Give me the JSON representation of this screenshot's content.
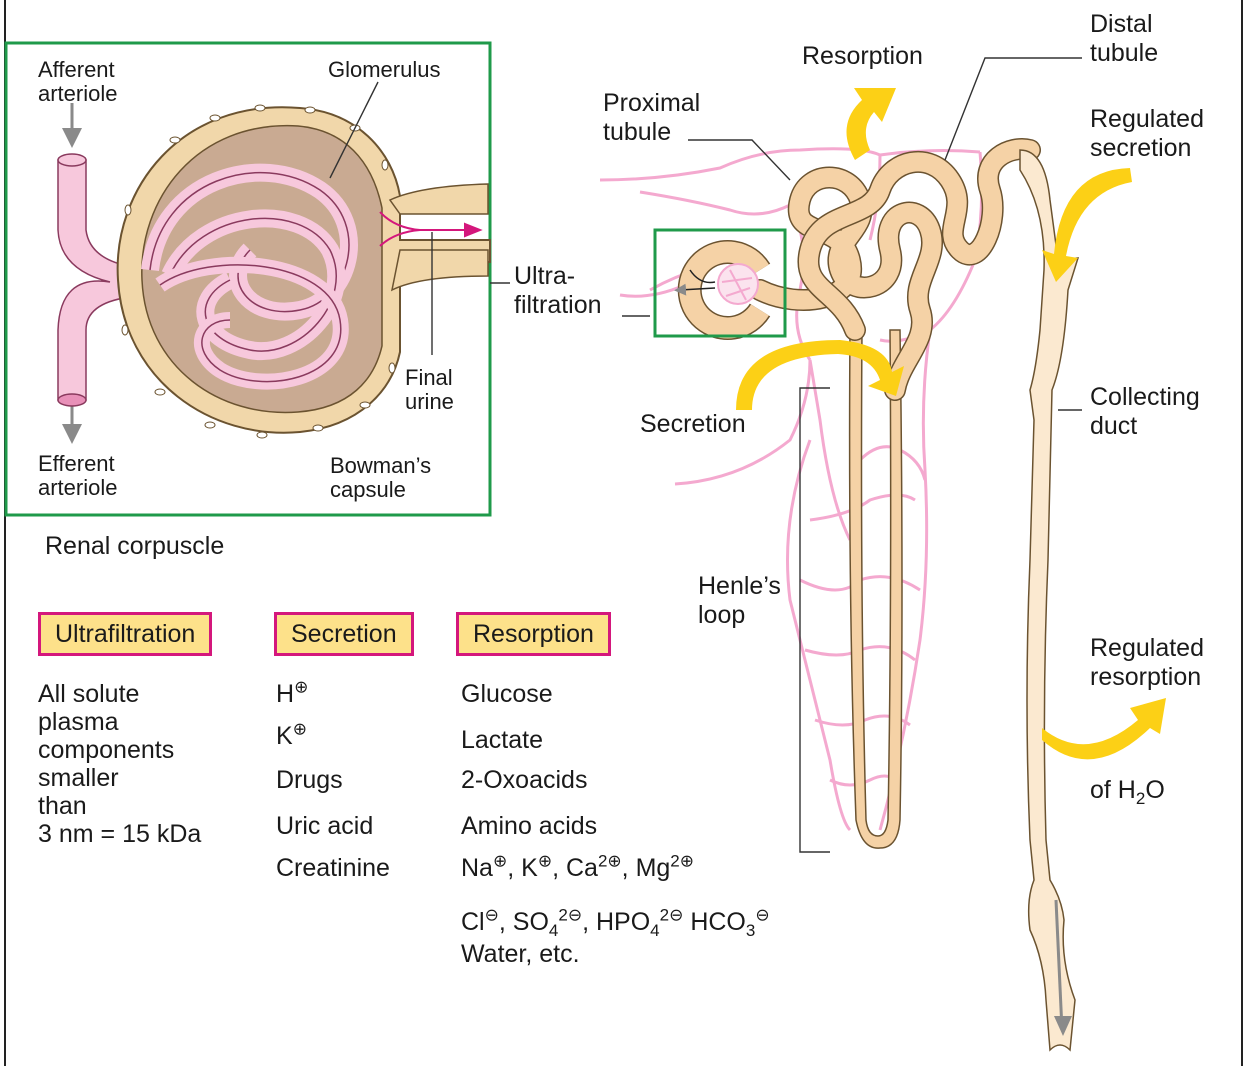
{
  "corpuscle": {
    "afferent": "Afferent\narteriole",
    "glomerulus": "Glomerulus",
    "final_urine": "Final\nurine",
    "efferent": "Efferent\narteriole",
    "bowman": "Bowman’s\ncapsule",
    "title": "Renal corpuscle"
  },
  "nephron": {
    "resorption": "Resorption",
    "distal": "Distal\ntubule",
    "proximal": "Proximal\ntubule",
    "regulated_secretion": "Regulated\nsecretion",
    "ultrafiltration": "Ultra-\nfiltration",
    "secretion": "Secretion",
    "collecting": "Collecting\nduct",
    "henle": "Henle’s\nloop",
    "regulated_resorption": "Regulated\nresorption",
    "of_h2o_text": "of H",
    "of_h2o_sub": "2",
    "of_h2o_tail": "O"
  },
  "tags": {
    "ultrafiltration": "Ultrafiltration",
    "secretion": "Secretion",
    "resorption": "Resorption"
  },
  "lists": {
    "ultrafiltration": [
      "All solute",
      "plasma",
      "components",
      "smaller",
      "than",
      "3  nm = 15  kDa"
    ],
    "secretion": {
      "h": "H",
      "k": "K",
      "plus": "⊕",
      "items": [
        "Drugs",
        "Uric acid",
        "Creatinine"
      ]
    },
    "resorption": {
      "items": [
        "Glucose",
        "Lactate",
        "2-Oxoacids",
        "Amino acids"
      ],
      "na": "Na",
      "k": "K",
      "ca": "Ca",
      "mg": "Mg",
      "two": "2",
      "plus": "⊕",
      "minus": "⊖",
      "comma": ", ",
      "cl": "Cl",
      "so": "SO",
      "hpo": "HPO",
      "hco": "HCO",
      "four": "4",
      "three": "3",
      "water": "Water, etc."
    }
  },
  "colors": {
    "green_frame": "#1f9a4a",
    "pink_vessel": "#f4a9cf",
    "tubule": "#f5d2a6",
    "arrow_yellow": "#fcd016",
    "magenta": "#d4177c",
    "tag_fill": "#fde18a"
  }
}
